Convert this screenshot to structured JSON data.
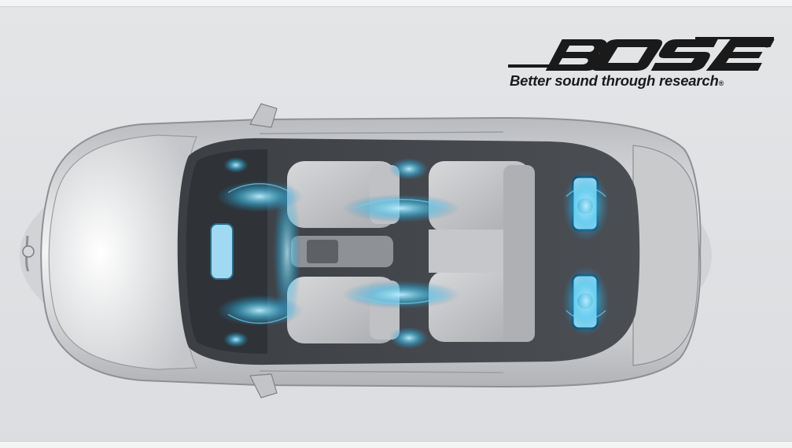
{
  "image": {
    "subject": "Top-down cutaway of a sedan car showing Bose audio system speakers",
    "background_color": "#dfe0e2",
    "accent_color": "#2fb7e8"
  },
  "logo": {
    "brand": "BOSE",
    "registered_mark": "®",
    "tagline": "Better sound through research",
    "tagline_mark": "®"
  }
}
